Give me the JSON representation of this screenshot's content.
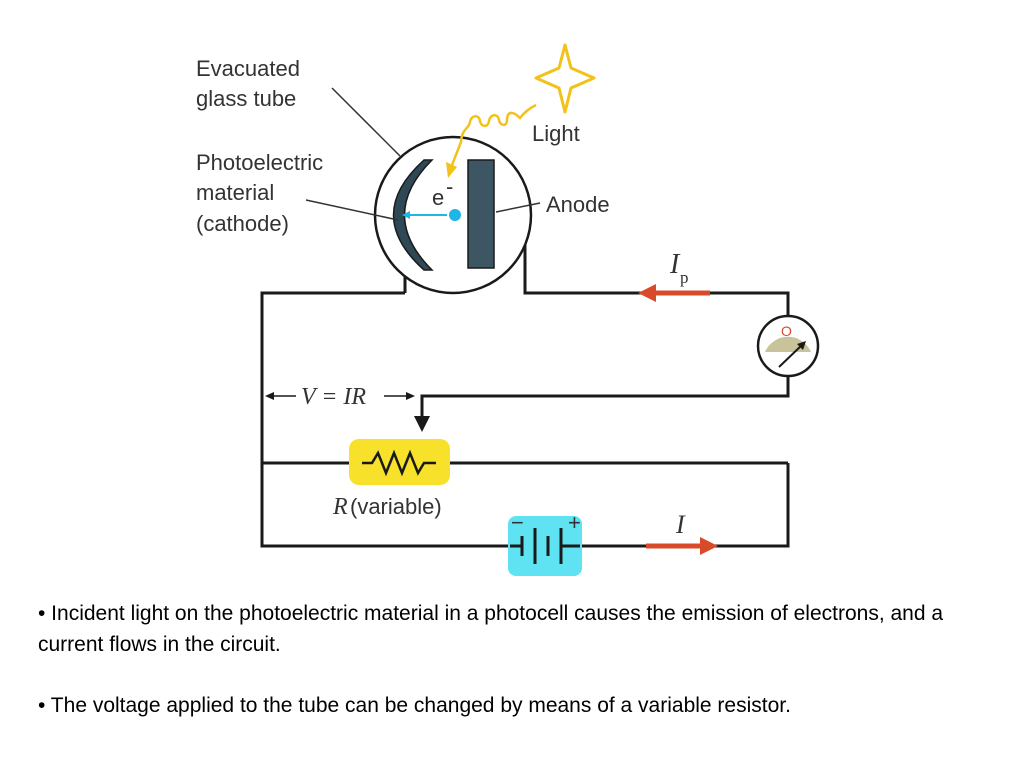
{
  "diagram": {
    "labels": {
      "tube_line1": "Evacuated",
      "tube_line2": "glass tube",
      "light": "Light",
      "cathode_line1": "Photoelectric",
      "cathode_line2": "material",
      "cathode_line3": "(cathode)",
      "electron": "e",
      "electron_sup": "-",
      "anode": "Anode",
      "ip_main": "I",
      "ip_sub": "p",
      "meter_glyph": "O",
      "voltage": "V = IR",
      "resistor_symbol": "R",
      "resistor_desc": " (variable)",
      "battery_neg": "−",
      "battery_pos": "+",
      "current": "I"
    },
    "colors": {
      "wire": "#1a1a1a",
      "arrow_red": "#d94a2a",
      "electron": "#1fb6e6",
      "light": "#f2c21a",
      "resistor_bg": "#f7e12a",
      "battery_bg": "#5fe3f2",
      "anode": "#3d5663",
      "cathode": "#2f4855",
      "meter_face": "#c8c39a"
    }
  },
  "bullets": [
    "• Incident light on the photoelectric material in a photocell causes the emission of electrons, and a current flows in the circuit.",
    "• The voltage applied to the tube can be changed by means of a variable resistor."
  ]
}
